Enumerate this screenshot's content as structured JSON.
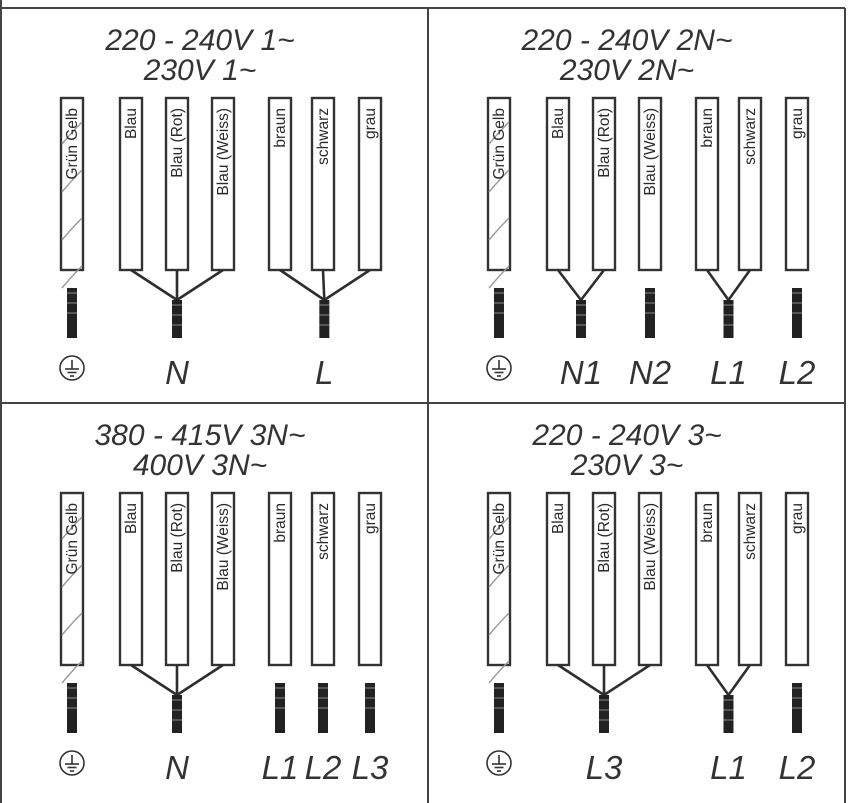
{
  "panels": [
    {
      "title": [
        "220 - 240V 1~",
        "230V 1~"
      ],
      "wires": [
        "Grün Gelb",
        "Blau",
        "Blau (Rot)",
        "Blau (Weiss)",
        "braun",
        "schwarz",
        "grau"
      ],
      "terminals": [
        {
          "symbol": "ground-icon",
          "wires": [
            0
          ]
        },
        {
          "label": "N",
          "wires": [
            1,
            2,
            3
          ]
        },
        {
          "label": "L",
          "wires": [
            4,
            5,
            6
          ]
        }
      ]
    },
    {
      "title": [
        "220 - 240V 2N~",
        "230V 2N~"
      ],
      "wires": [
        "Grün Gelb",
        "Blau",
        "Blau (Rot)",
        "Blau (Weiss)",
        "braun",
        "schwarz",
        "grau"
      ],
      "terminals": [
        {
          "symbol": "ground-icon",
          "wires": [
            0
          ]
        },
        {
          "label": "N1",
          "wires": [
            1,
            2
          ]
        },
        {
          "label": "N2",
          "wires": [
            3
          ]
        },
        {
          "label": "L1",
          "wires": [
            4,
            5
          ]
        },
        {
          "label": "L2",
          "wires": [
            6
          ]
        }
      ]
    },
    {
      "title": [
        "380 - 415V 3N~",
        "400V 3N~"
      ],
      "wires": [
        "Grün Gelb",
        "Blau",
        "Blau (Rot)",
        "Blau (Weiss)",
        "braun",
        "schwarz",
        "grau"
      ],
      "terminals": [
        {
          "symbol": "ground-icon",
          "wires": [
            0
          ]
        },
        {
          "label": "N",
          "wires": [
            1,
            2,
            3
          ]
        },
        {
          "label": "L1",
          "wires": [
            4
          ]
        },
        {
          "label": "L2",
          "wires": [
            5
          ]
        },
        {
          "label": "L3",
          "wires": [
            6
          ]
        }
      ]
    },
    {
      "title": [
        "220 - 240V 3~",
        "230V 3~"
      ],
      "wires": [
        "Grün Gelb",
        "Blau",
        "Blau (Rot)",
        "Blau (Weiss)",
        "braun",
        "schwarz",
        "grau"
      ],
      "terminals": [
        {
          "symbol": "ground-icon",
          "wires": [
            0
          ]
        },
        {
          "label": "L3",
          "wires": [
            1,
            2,
            3
          ]
        },
        {
          "label": "L1",
          "wires": [
            4,
            5
          ]
        },
        {
          "label": "L2",
          "wires": [
            6
          ]
        }
      ]
    }
  ]
}
